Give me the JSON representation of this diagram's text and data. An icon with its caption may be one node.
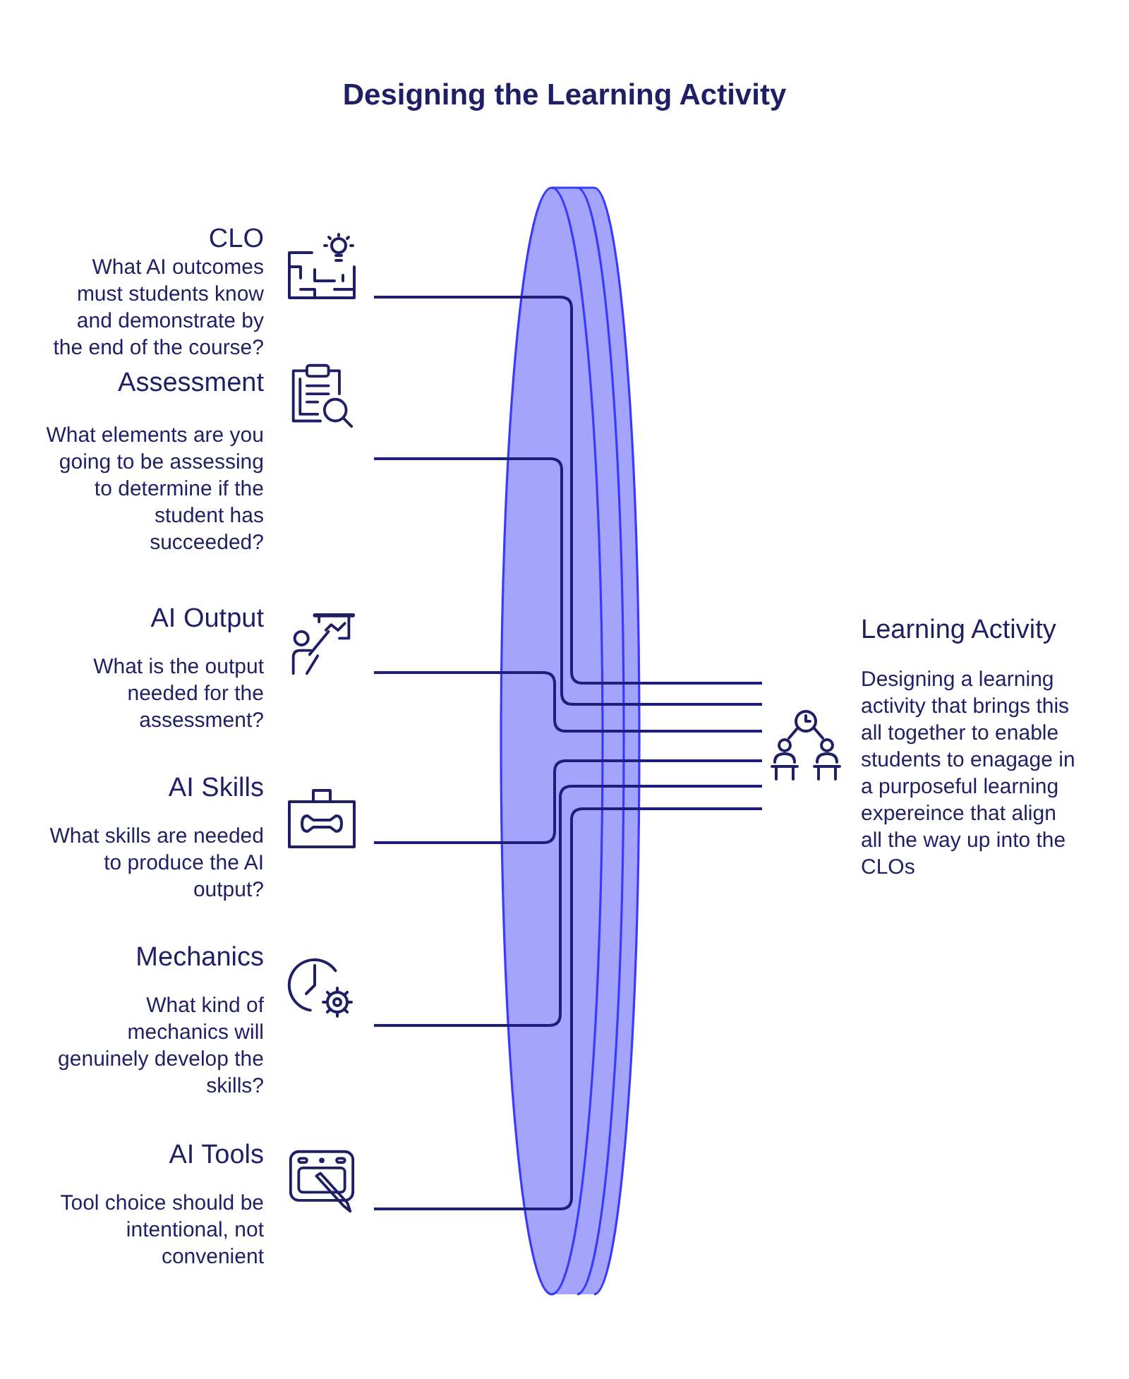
{
  "diagram": {
    "title": "Designing the Learning Activity",
    "nodes": [
      {
        "text": [
          "CLO",
          "What AI outcomes must students know and demonstrate by the end of the course?"
        ]
      },
      {
        "text": [
          "Assessment",
          "What elements are you going to be assessing to determine if the student has succeeded?"
        ]
      },
      {
        "text": [
          "AI Output",
          "What is the output needed for the assessment?"
        ]
      },
      {
        "text": [
          "AI Skills",
          "What skills are needed to produce the AI output?"
        ]
      },
      {
        "text": [
          "Mechanics",
          "What kind of mechanics will genuinely develop the skills?"
        ]
      },
      {
        "text": [
          "AI Tools",
          "Tool choice should be intentional, not convenient"
        ]
      },
      {
        "text": [
          "Learning Activity",
          "Designing a learning activity that brings this all together to enable students to enagage in a purposeful learning expereince that align all the way up into the CLOs"
        ]
      }
    ],
    "edges": [
      {
        "from": 0,
        "to": 6,
        "arrow": "none"
      },
      {
        "from": 1,
        "to": 6,
        "arrow": "none"
      },
      {
        "from": 2,
        "to": 6,
        "arrow": "none"
      },
      {
        "from": 3,
        "to": 6,
        "arrow": "none"
      },
      {
        "from": 4,
        "to": 6,
        "arrow": "none"
      },
      {
        "from": 5,
        "to": 6,
        "arrow": "none"
      }
    ]
  }
}
